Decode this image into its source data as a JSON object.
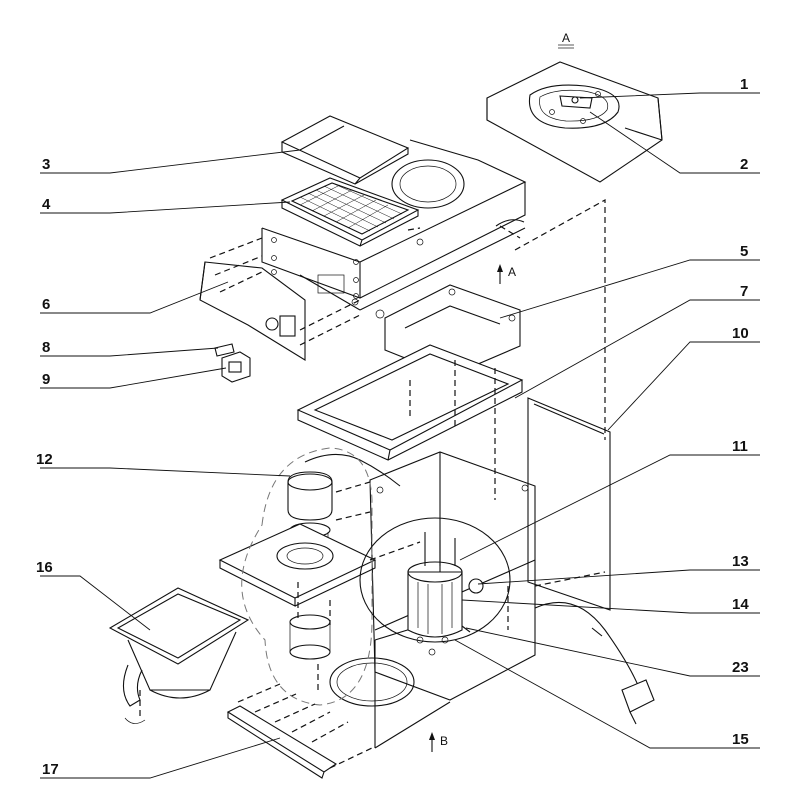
{
  "diagram": {
    "callouts": [
      "1",
      "2",
      "3",
      "4",
      "5",
      "6",
      "7",
      "8",
      "9",
      "10",
      "11",
      "12",
      "13",
      "14",
      "23",
      "15",
      "16",
      "17"
    ],
    "view_labels": {
      "top": "A",
      "arrow_a": "A",
      "arrow_b": "B"
    }
  }
}
